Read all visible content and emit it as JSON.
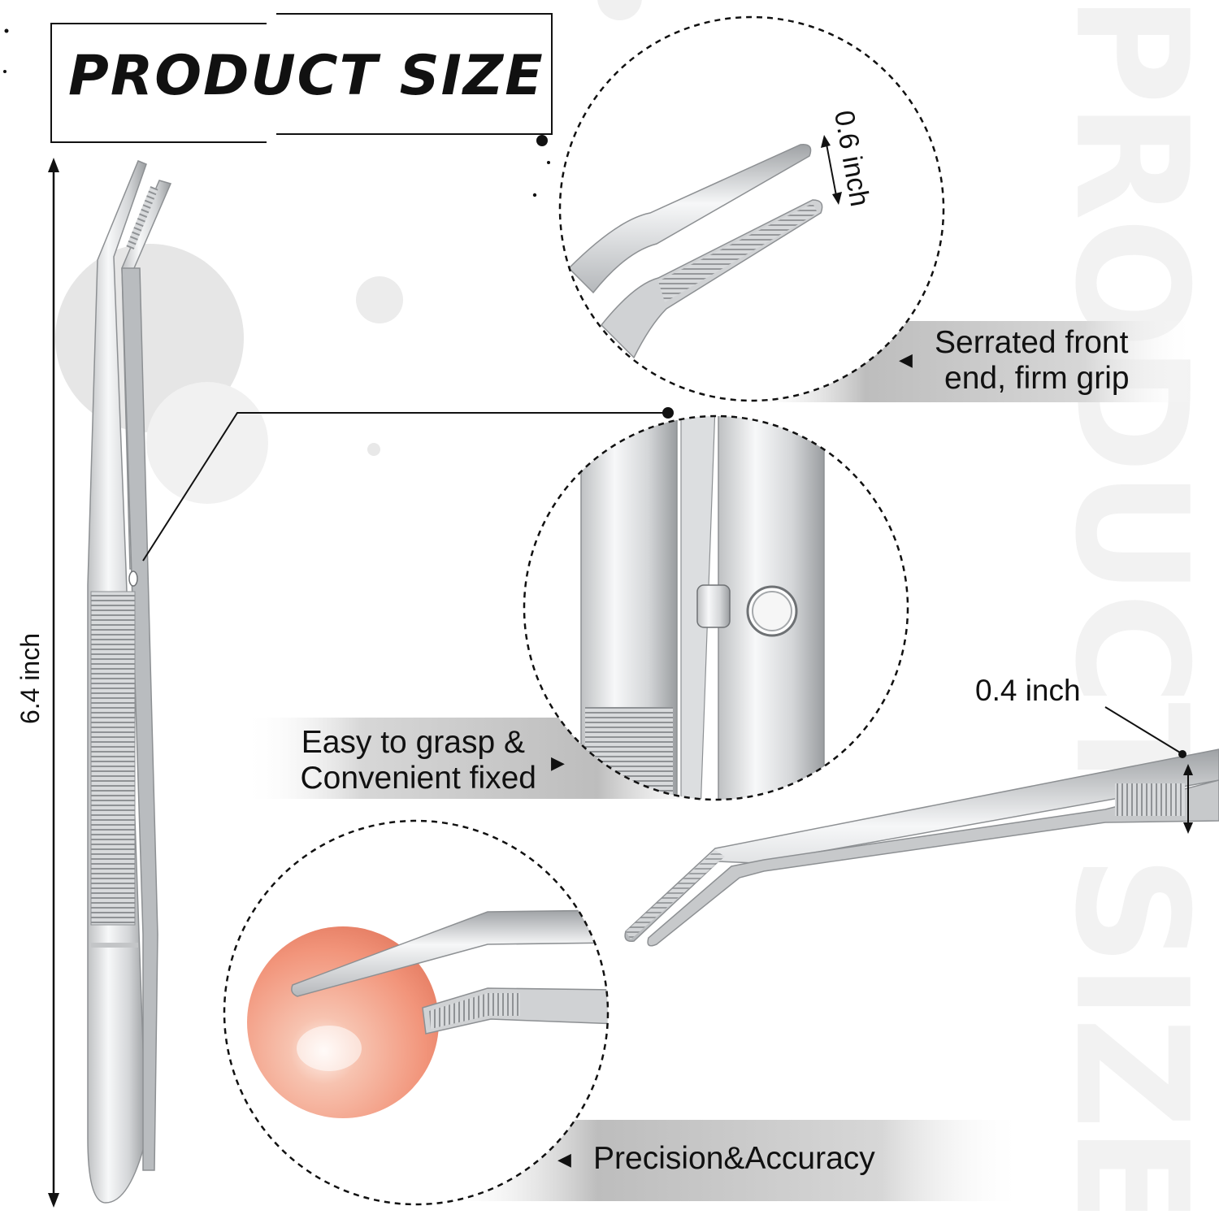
{
  "title": "PRODUCT SIZE",
  "watermark": "PRODUCT SIZE",
  "measurements": {
    "length": "6.4 inch",
    "tip_gap": "0.6 inch",
    "handle_width": "0.4 inch"
  },
  "features": {
    "serrated": "Serrated front end, firm grip",
    "serrated_line1": "Serrated front",
    "serrated_line2": "end, firm grip",
    "grasp_line1": "Easy to grasp &",
    "grasp_line2": "Convenient fixed",
    "precision": "Precision&Accuracy"
  },
  "colors": {
    "steel_light": "#f4f5f6",
    "steel_mid": "#c9cbcd",
    "steel_dark": "#8d9093",
    "accent_bead": "#f3a48c",
    "text": "#111111"
  }
}
